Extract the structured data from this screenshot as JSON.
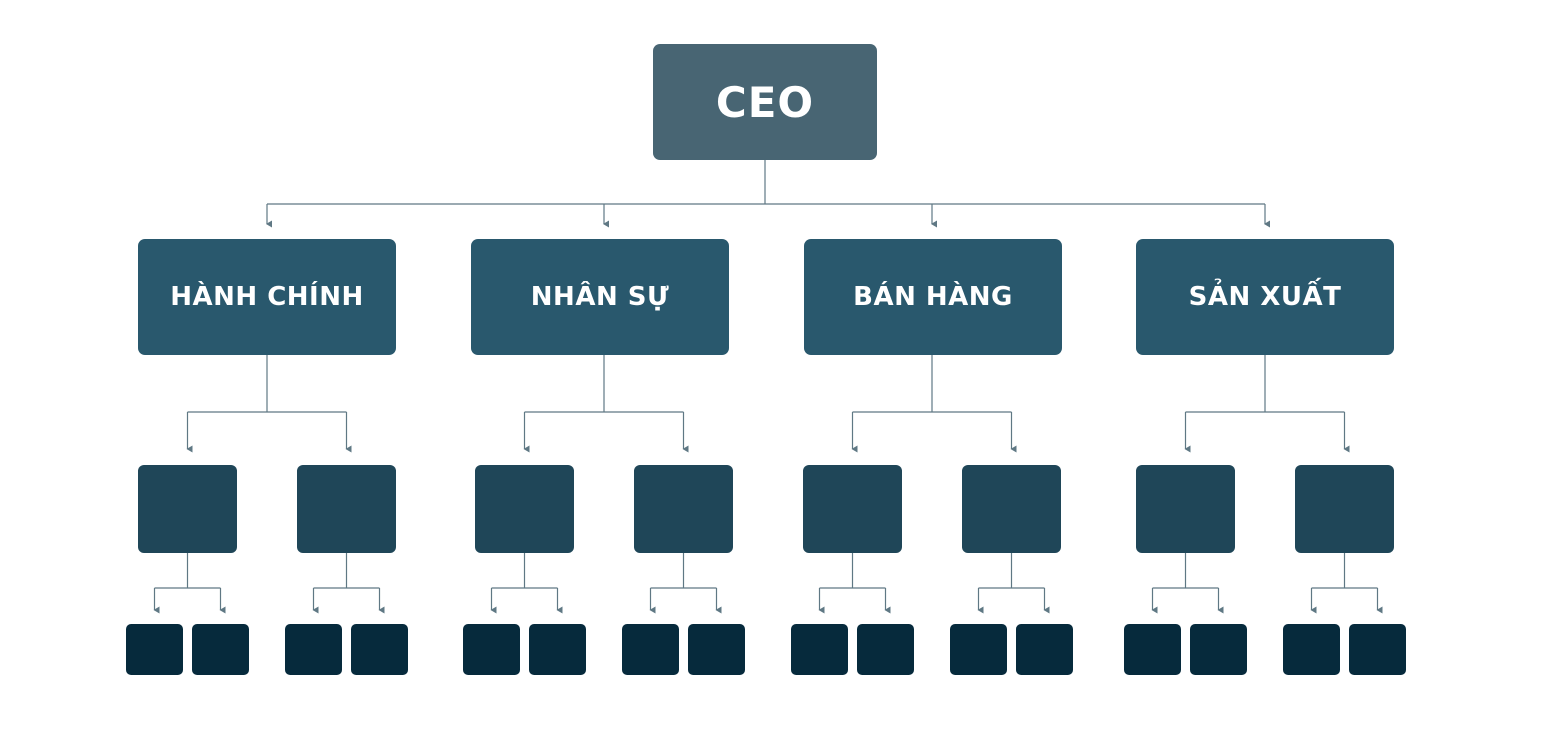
{
  "org_chart": {
    "root": {
      "label": "CEO",
      "color": "#486573"
    },
    "departments": [
      {
        "label": "HÀNH CHÍNH"
      },
      {
        "label": "NHÂN SỰ"
      },
      {
        "label": "BÁN HÀNG"
      },
      {
        "label": "SẢN XUẤT"
      }
    ],
    "colors": {
      "department": "#29586d",
      "sub_unit": "#1f4658",
      "leaf_unit": "#062a3c",
      "connector": "#5f7884"
    }
  }
}
